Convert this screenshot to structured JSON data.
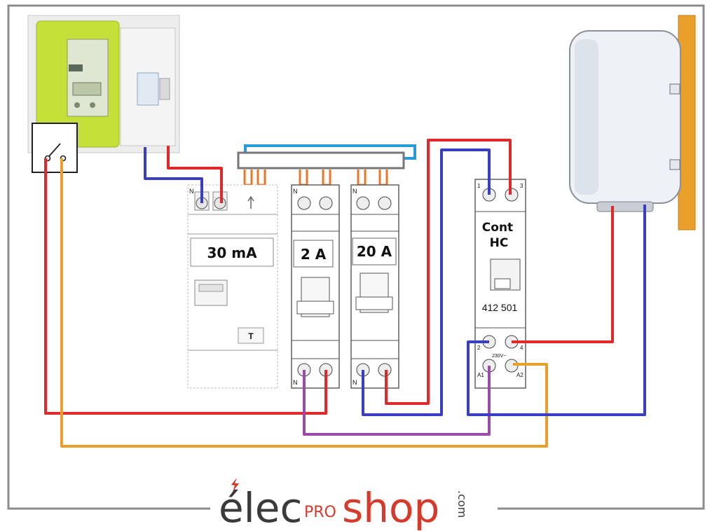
{
  "labels": {
    "differential": "30 mA",
    "breaker_2a": "2 A",
    "breaker_20a": "20 A",
    "contactor_line1": "Cont",
    "contactor_line2": "HC",
    "contactor_ref": "412 501"
  },
  "terminal_marks": {
    "neutral": "N",
    "t1": "1",
    "t2": "2",
    "t3": "3",
    "t4": "4",
    "a1": "A1",
    "a2": "A2",
    "voltage": "230V~"
  },
  "brand": {
    "part1": "élec",
    "part2": "PRO",
    "part3": "shop",
    "part4": ".com"
  },
  "wire_colors": {
    "phase": "#e02a2a",
    "neutral": "#3a3fc2",
    "switched": "#e8a02a",
    "control": "#9a4aa8",
    "bus_neutral": "#2a9bd8",
    "bus_phase": "#7a7a7a"
  },
  "icons": {
    "meter": "electricity-meter-icon",
    "switch": "switch-icon",
    "water_heater": "water-heater-icon"
  }
}
